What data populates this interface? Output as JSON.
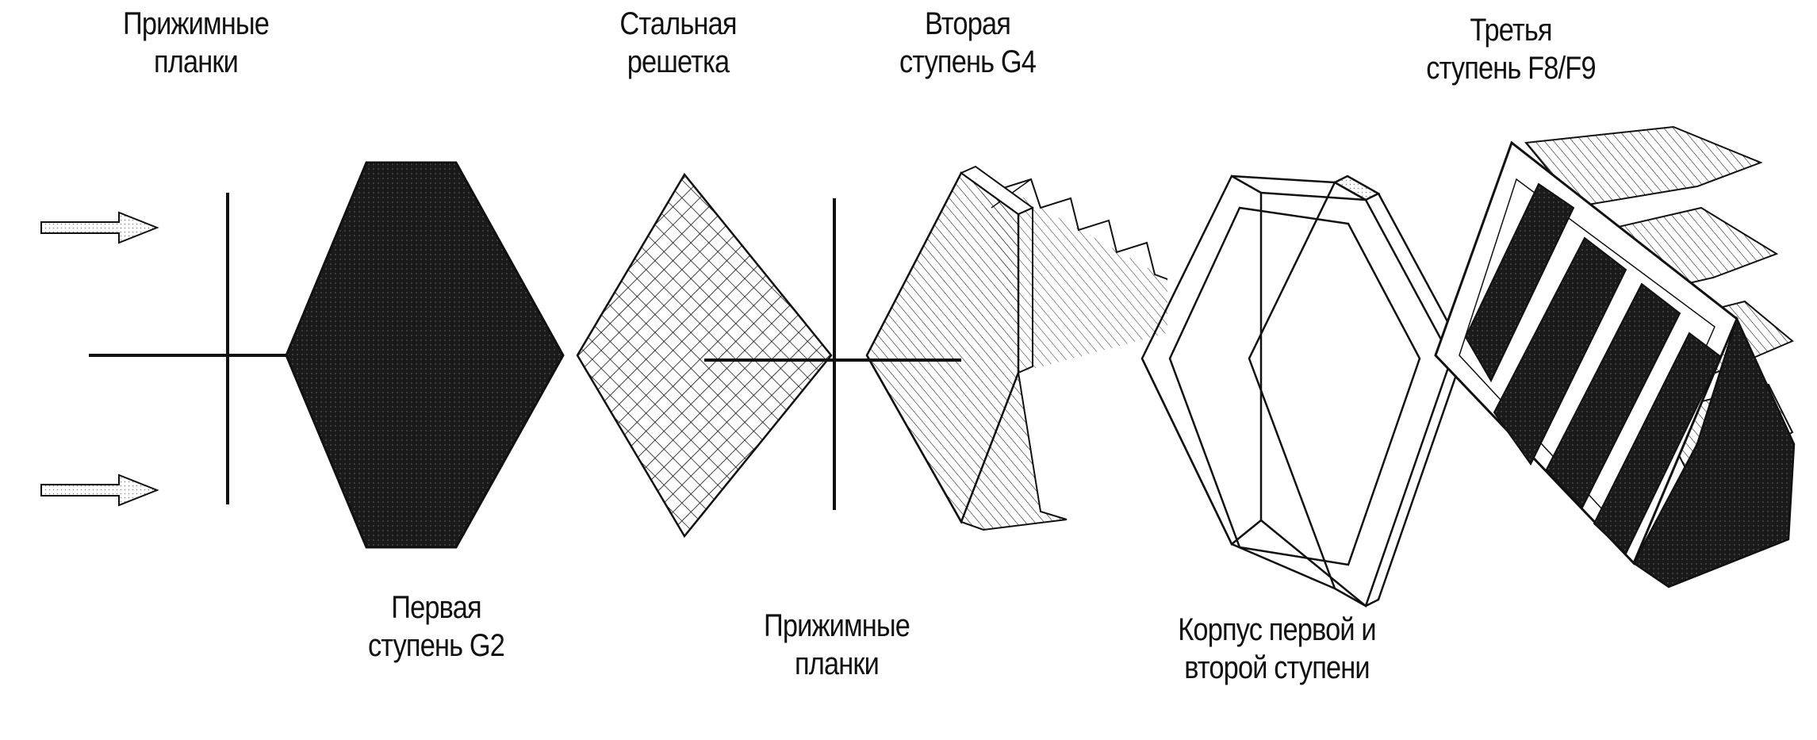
{
  "labels": {
    "clamp_top": [
      "Прижимные",
      "планки"
    ],
    "steel_grid": [
      "Стальная",
      "решетка"
    ],
    "stage2": [
      "Вторая",
      "ступень G4"
    ],
    "stage3": [
      "Третья",
      "ступень F8/F9"
    ],
    "stage1": [
      "Первая",
      "ступень G2"
    ],
    "clamp_bottom": [
      "Прижимные",
      "планки"
    ],
    "housing": [
      "Корпус первой и",
      "второй ступени"
    ]
  },
  "colors": {
    "ink": "#111111",
    "fill_dark": "#161616",
    "paper": "#ffffff"
  }
}
